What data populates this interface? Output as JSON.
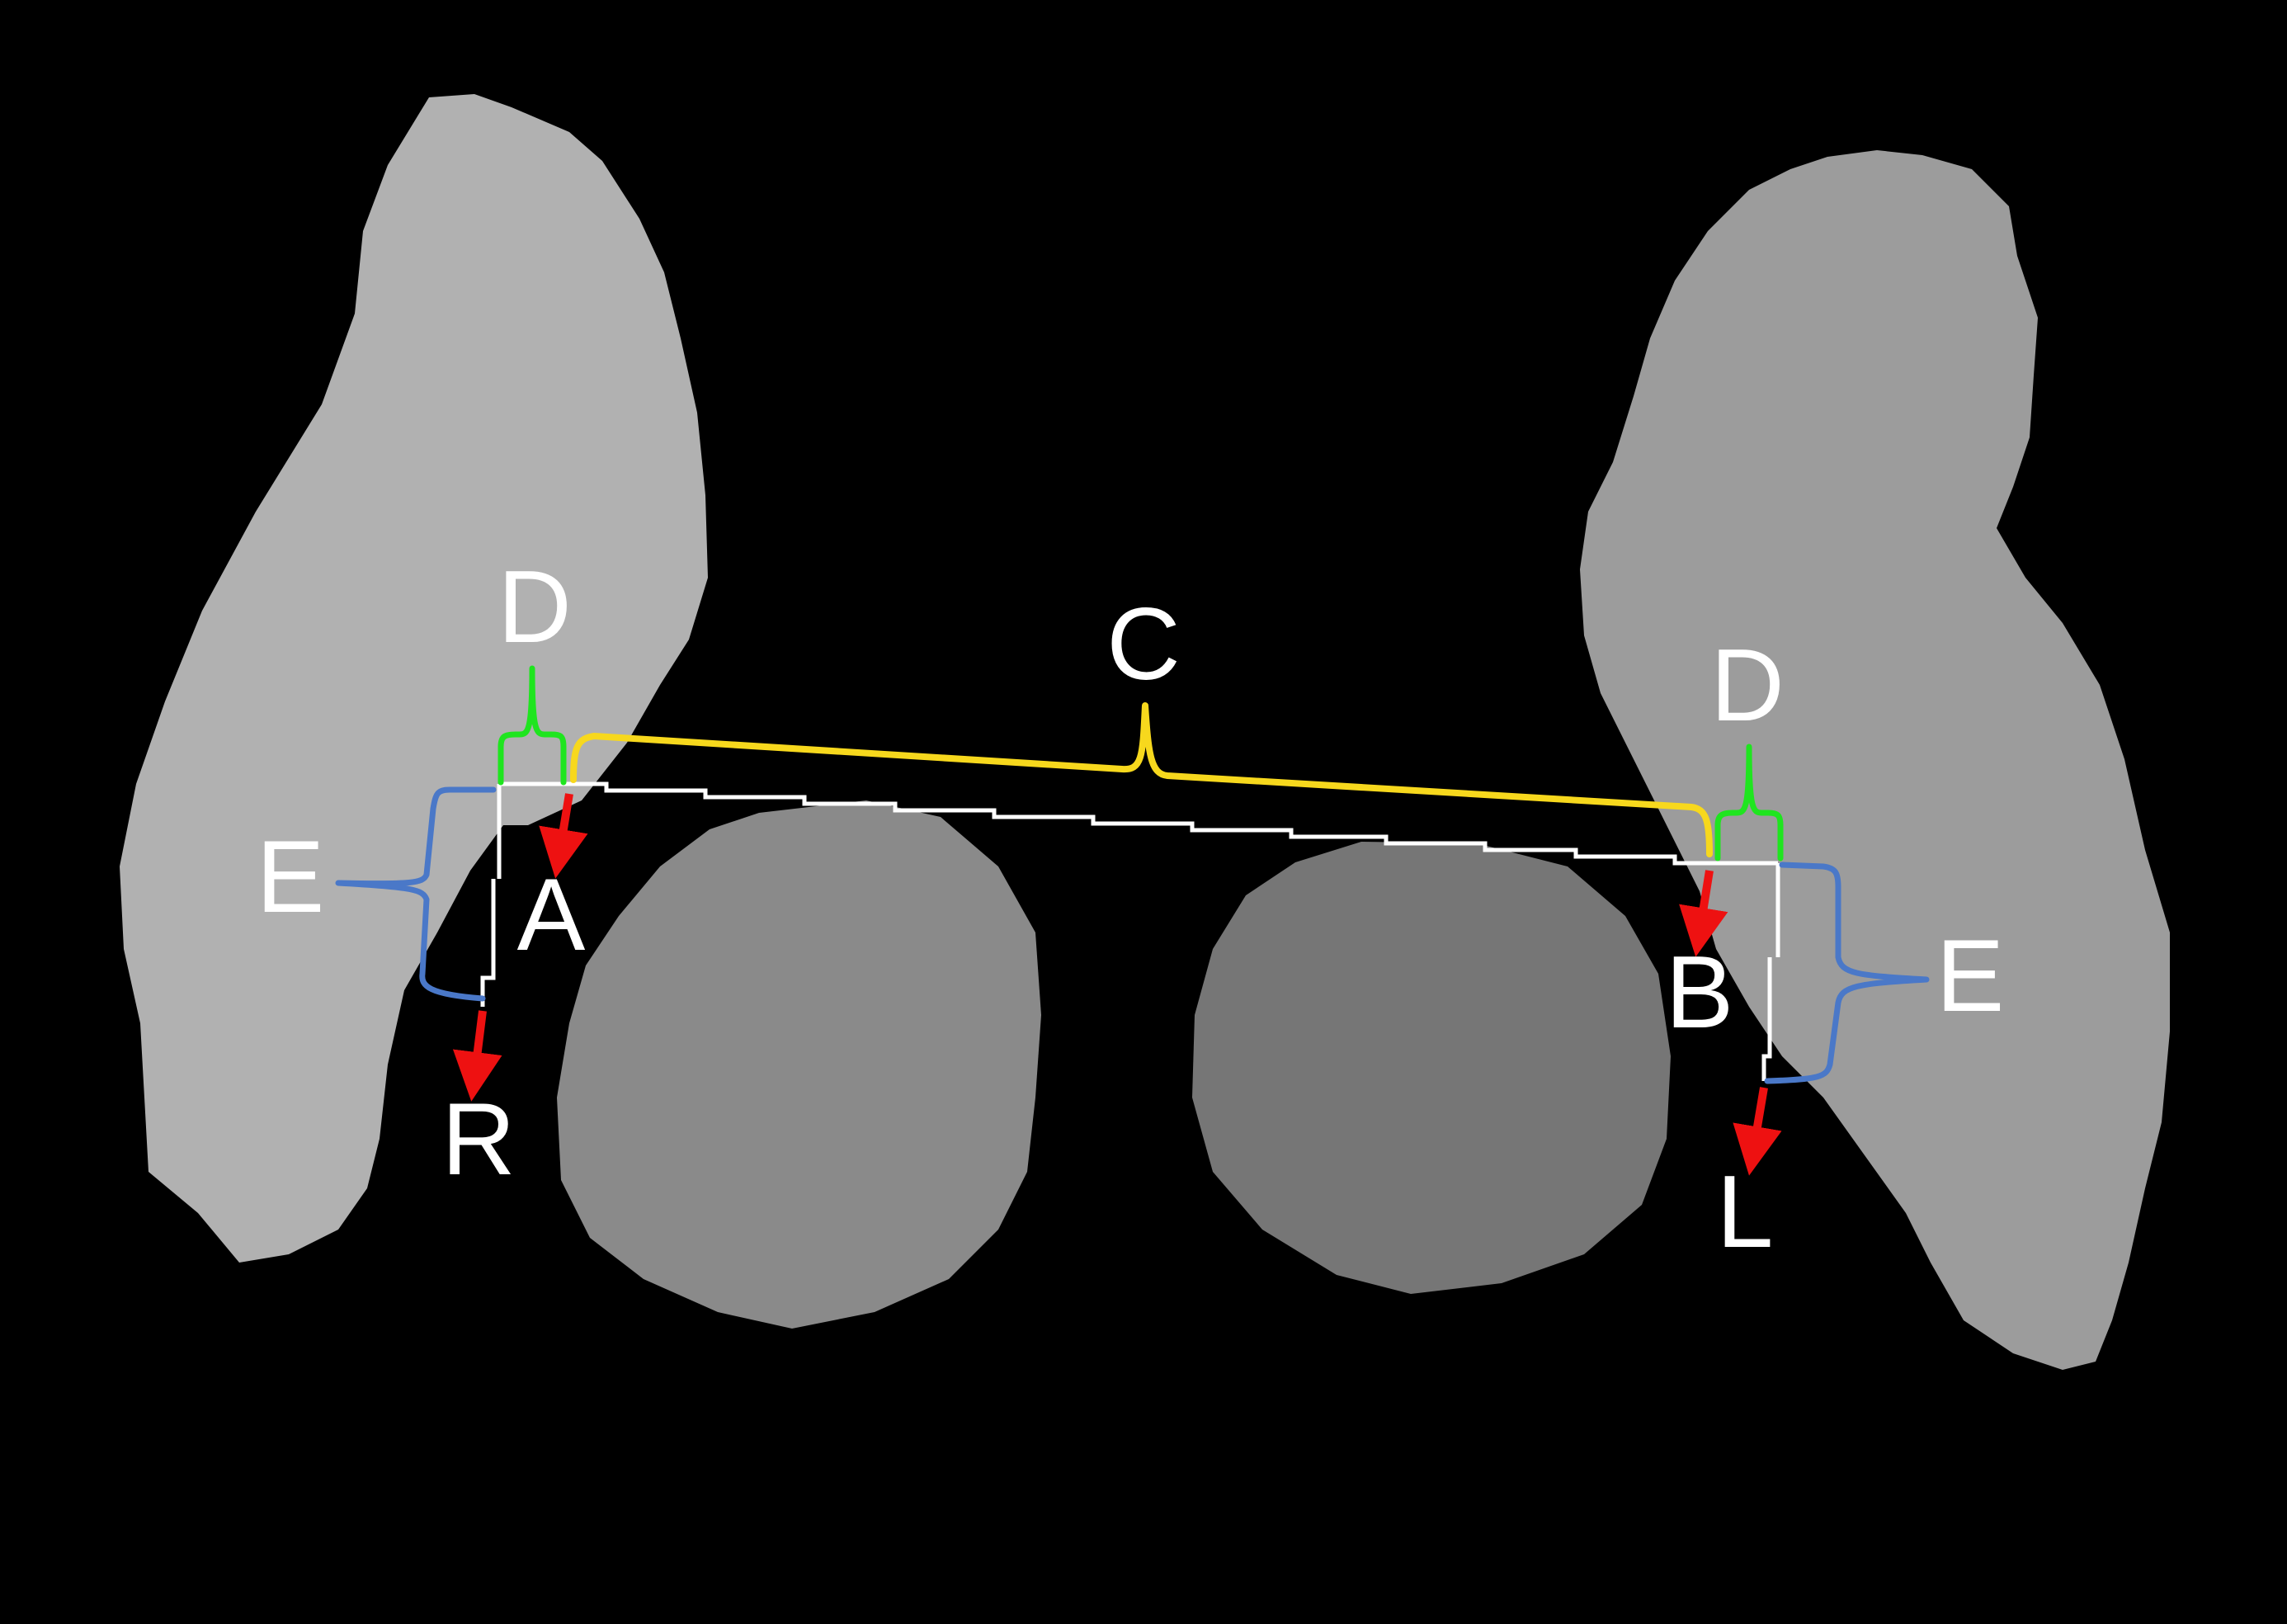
{
  "colors": {
    "background": "#000000",
    "structure_left": "#b1b1b1",
    "structure_right": "#9c9c9c",
    "round_left": "#8a8a8a",
    "round_right": "#767676",
    "measure_line": "#ffffff",
    "bracket_c": "#f7d81d",
    "bracket_d": "#1fe51f",
    "bracket_e": "#4a78c8",
    "arrow": "#ee1111",
    "label": "#ffffff"
  },
  "labels": {
    "a": "A",
    "b": "B",
    "c": "C",
    "d_left": "D",
    "d_right": "D",
    "e_left": "E",
    "e_right": "E",
    "r": "R",
    "l": "L"
  },
  "icons": {
    "arrow": "red-arrow-icon"
  }
}
